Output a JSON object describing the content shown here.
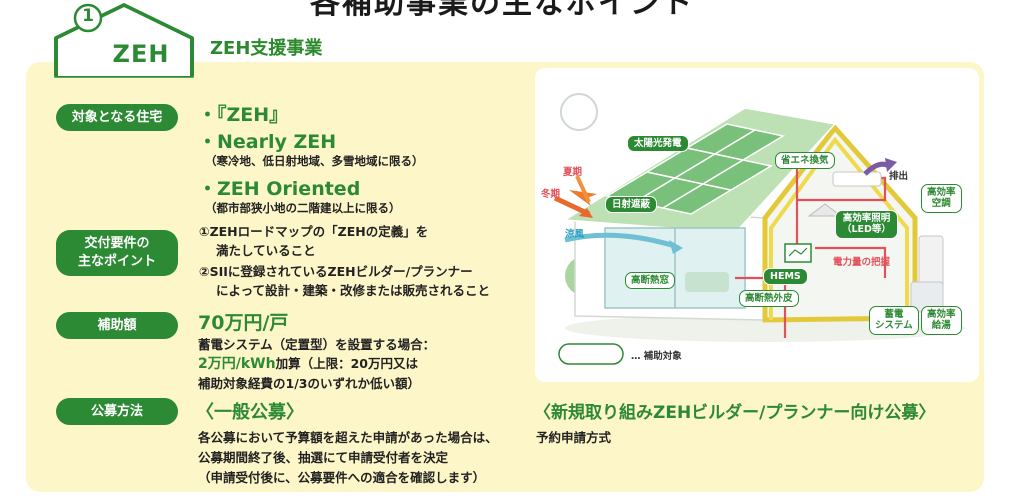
{
  "header": {
    "main_title": "各補助事業の主なポイント",
    "badge_number": "1",
    "badge_label": "ZEH",
    "subtitle": "ZEH支援事業"
  },
  "rows": {
    "target_label": "対象となる住宅",
    "target_items": {
      "zeh": "・『ZEH』",
      "nearly": "・Nearly ZEH",
      "nearly_note": "（寒冷地、低日射地域、多雪地域に限る）",
      "oriented": "・ZEH Oriented",
      "oriented_note": "（都市部狭小地の二階建以上に限る）"
    },
    "requirement_label_1": "交付要件の",
    "requirement_label_2": "主なポイント",
    "requirement_items": {
      "r1_line1": "①ZEHロードマップの「ZEHの定義」を",
      "r1_line2": "満たしていること",
      "r2_line1": "②SIIに登録されているZEHビルダー/プランナー",
      "r2_line2": "によって設計・建築・改修または販売されること"
    },
    "amount_label": "補助額",
    "amount": {
      "main": "70万円/戸",
      "battery_line": "蓄電システム（定置型）を設置する場合：",
      "battery_value": "2万円/kWh",
      "battery_suffix": "加算（上限：20万円又は",
      "battery_line3": "補助対象経費の1/3のいずれか低い額）"
    },
    "method_label": "公募方法",
    "method_general": {
      "title": "〈一般公募〉",
      "line1": "各公募において予算額を超えた申請があった場合は、",
      "line2": "公募期間終了後、抽選にて申請受付者を決定",
      "line3": "（申請受付後に、公募要件への適合を確認します）"
    },
    "method_new": {
      "title": "〈新規取り組みZEHビルダー/プランナー向け公募〉",
      "line1": "予約申請方式"
    }
  },
  "illustration": {
    "labels": {
      "solar": "太陽光発電",
      "shading": "日射遮蔽",
      "summer": "夏期",
      "winter": "冬期",
      "cool_breeze": "涼風",
      "insulated_window": "高断熱窓",
      "hems": "HEMS",
      "insulated_wall": "高断熱外皮",
      "ventilation": "省エネ換気",
      "exhaust": "排出",
      "hvac_1": "高効率",
      "hvac_2": "空調",
      "lighting_1": "高効率照明",
      "lighting_2": "（LED等）",
      "power_monitor": "電力量の把握",
      "storage_1": "蓄電",
      "storage_2": "システム",
      "water_1": "高効率",
      "water_2": "給湯",
      "legend": "… 補助対象"
    }
  },
  "colors": {
    "green": "#2d8a34",
    "panel": "#fdf6c8",
    "red": "#e2505a",
    "orange": "#f07a2a",
    "purple": "#7b5aa6"
  }
}
